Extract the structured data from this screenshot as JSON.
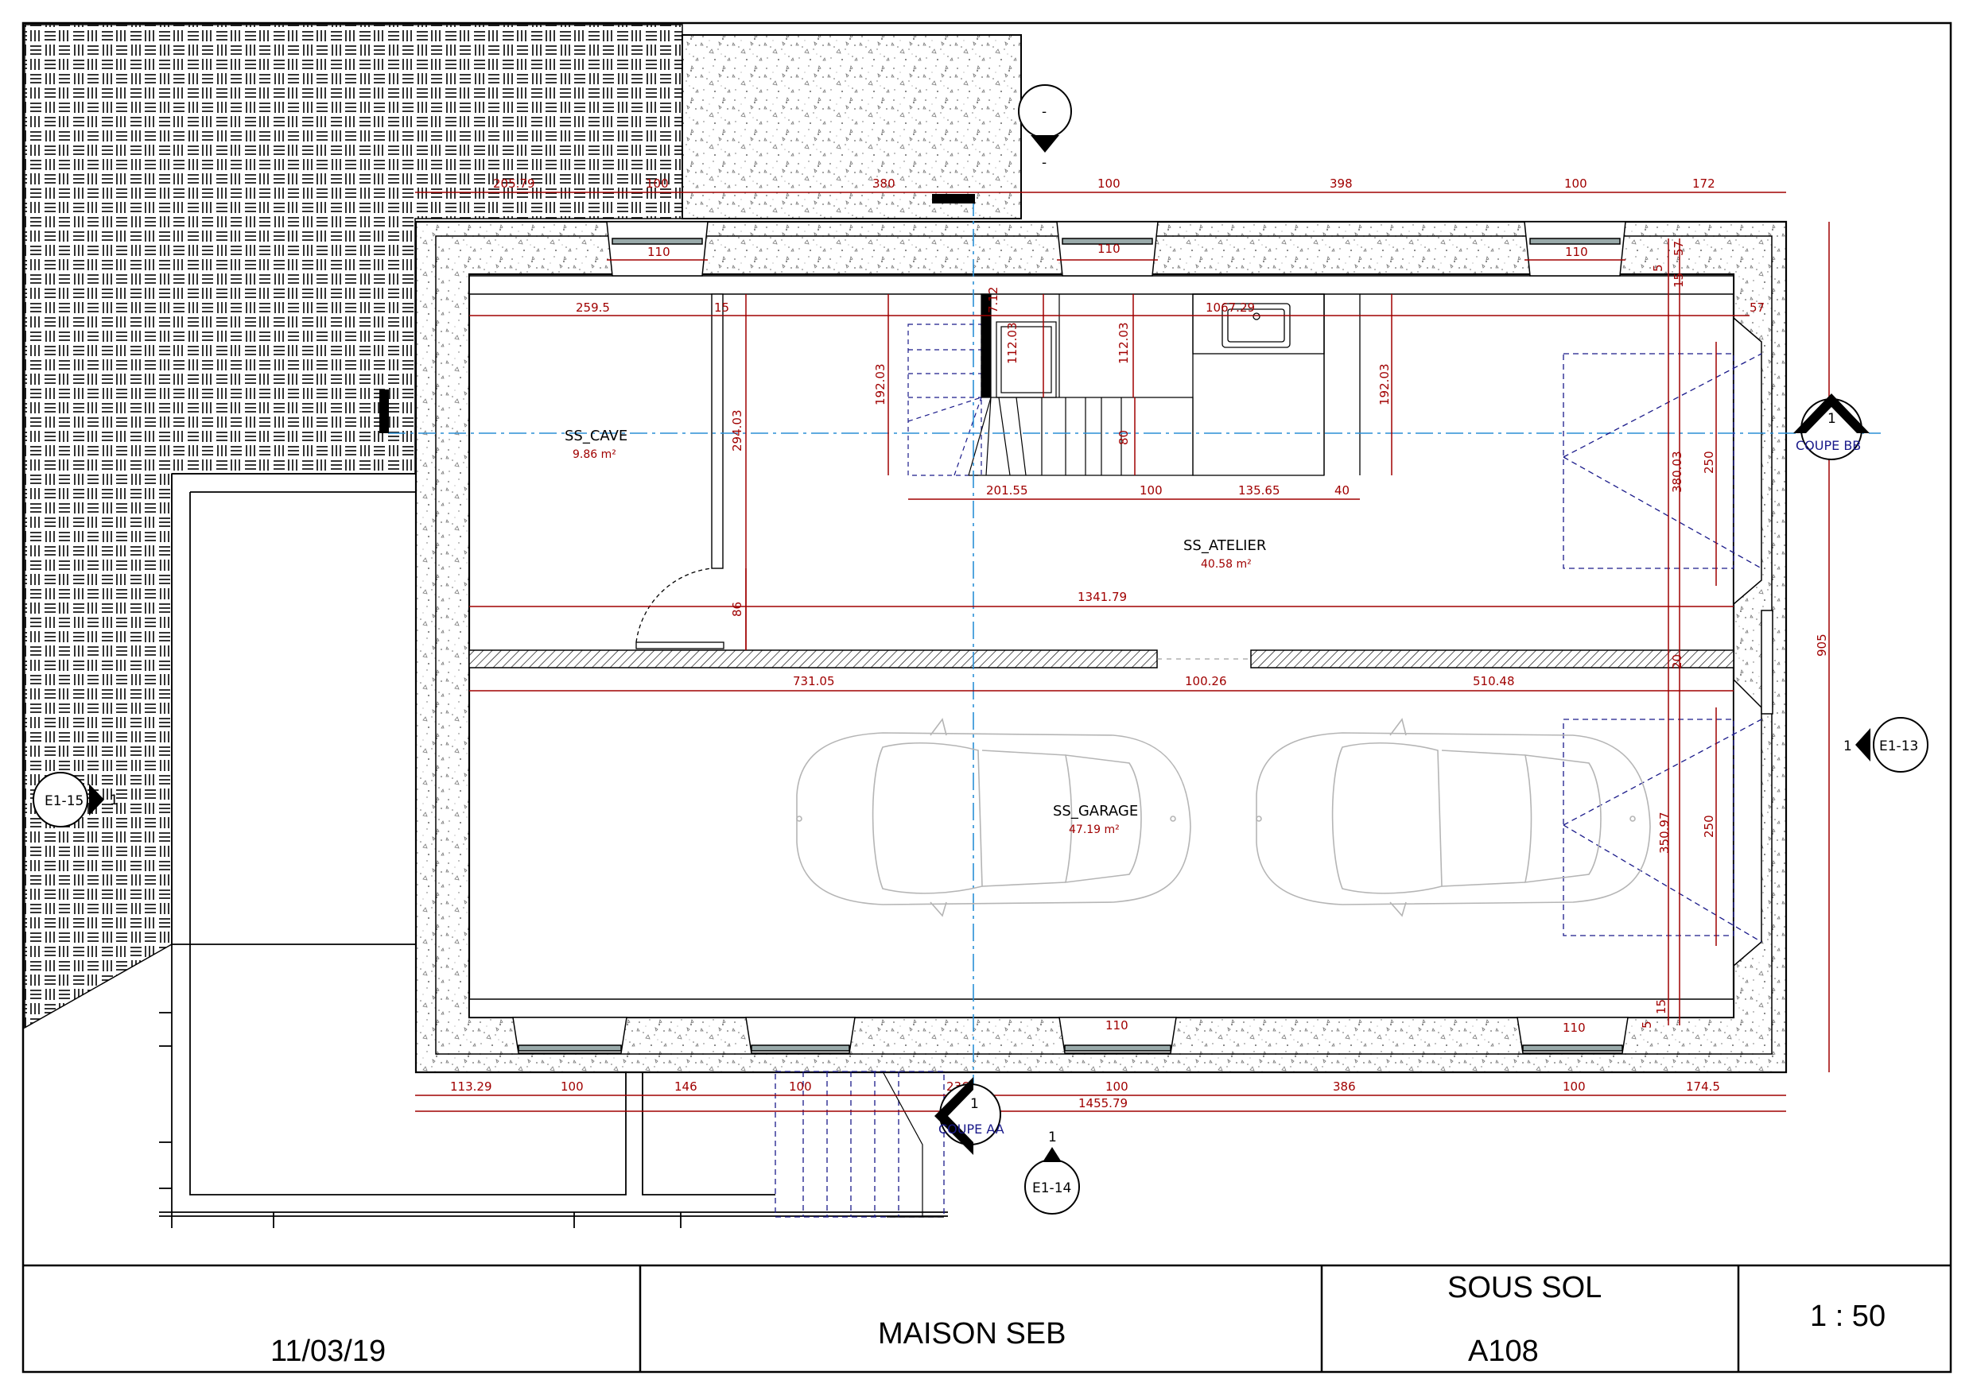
{
  "rooms": {
    "cave": {
      "name": "SS_CAVE",
      "area": "9.86 m²"
    },
    "atelier": {
      "name": "SS_ATELIER",
      "area": "40.58 m²"
    },
    "garage": {
      "name": "SS_GARAGE",
      "area": "47.19 m²"
    }
  },
  "dimensions_top": [
    "205.79",
    "100",
    "380",
    "100",
    "398",
    "100",
    "172"
  ],
  "dimensions_windows": [
    "110",
    "110",
    "110",
    "110",
    "110"
  ],
  "dimensions_interior": {
    "cave_width": "259.5",
    "wall_15": "15",
    "stair_inner": "7.12",
    "kitchen_width": "1067.29",
    "right_57": "57",
    "cave_height": "294.03",
    "stair_h": "192.03",
    "kitchen_h": "112.03",
    "kitchen_h2": "112.03",
    "wc_h": "192.03",
    "step_80": "80",
    "row_201": "201.55",
    "row_100": "100",
    "row_135": "135.65",
    "row_40": "40",
    "atelier_width": "1341.79",
    "door_86": "86",
    "wall_left": "731.05",
    "wall_gap": "100.26",
    "wall_right": "510.48",
    "right_380": "380.03",
    "right_250a": "250",
    "right_20": "20",
    "right_350": "350.97",
    "right_250b": "250",
    "right_15": "15",
    "right_5": "5",
    "right_57b": "57",
    "right_15b": "15",
    "right_5b": "5",
    "total_height": "905"
  },
  "dimensions_bottom": [
    "113.29",
    "100",
    "146",
    "100",
    "236",
    "100",
    "386",
    "100",
    "174.5"
  ],
  "dimension_total_bottom": "1455.79",
  "section_markers": {
    "coupe_bb": {
      "num": "1",
      "label": "COUPE BB"
    },
    "coupe_aa": {
      "num": "1",
      "label": "COUPE AA"
    },
    "e113": {
      "num": "1",
      "label": "E1-13"
    },
    "e114": {
      "num": "1",
      "label": "E1-14"
    },
    "e115": {
      "num": "1",
      "label": "E1-15"
    },
    "top_marker": {
      "top": "-",
      "bottom": "-"
    }
  },
  "title_block": {
    "date": "11/03/19",
    "project": "MAISON SEB",
    "sheet_title": "SOUS SOL",
    "sheet_number": "A108",
    "scale": "1 : 50"
  },
  "colors": {
    "dimension": "#a00000",
    "axis": "#2a8fd6",
    "hidden": "#1a1a8a"
  }
}
